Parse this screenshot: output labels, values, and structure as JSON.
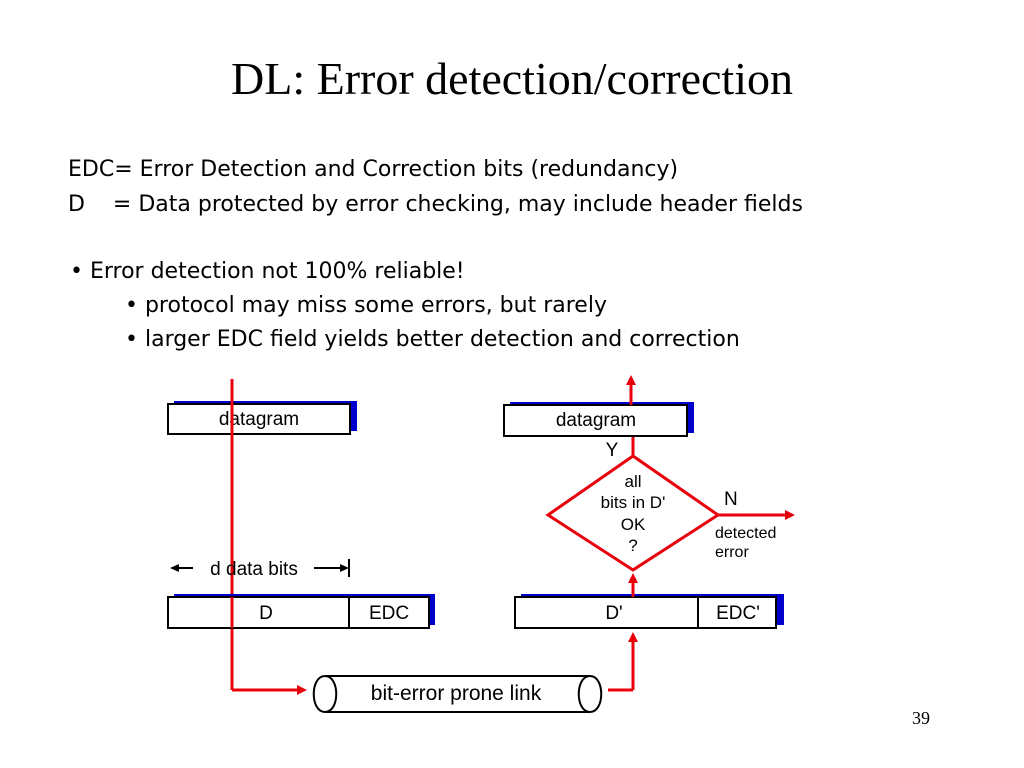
{
  "slide": {
    "title": "DL: Error detection/correction",
    "lines": [
      "EDC= Error Detection and Correction bits (redundancy)",
      "D    = Data protected by error checking, may include header fields",
      "• Error detection not 100% reliable!",
      "• protocol may miss some errors, but rarely",
      "• larger EDC field yields better detection and correction"
    ],
    "page_number": "39"
  },
  "diagram": {
    "sender_datagram": "datagram",
    "receiver_datagram": "datagram",
    "d_data_bits": "d data bits",
    "sender_d": "D",
    "sender_edc": "EDC",
    "receiver_d": "D'",
    "receiver_edc": "EDC'",
    "link": "bit-error prone link",
    "yes_label": "Y",
    "no_label": "N",
    "decision": [
      "all",
      "bits in D'",
      "OK",
      "?"
    ],
    "detected_error": [
      "detected",
      "error"
    ],
    "colors": {
      "arrow": "#e8000b",
      "shadow": "#0000cc",
      "stroke": "#000000"
    }
  }
}
